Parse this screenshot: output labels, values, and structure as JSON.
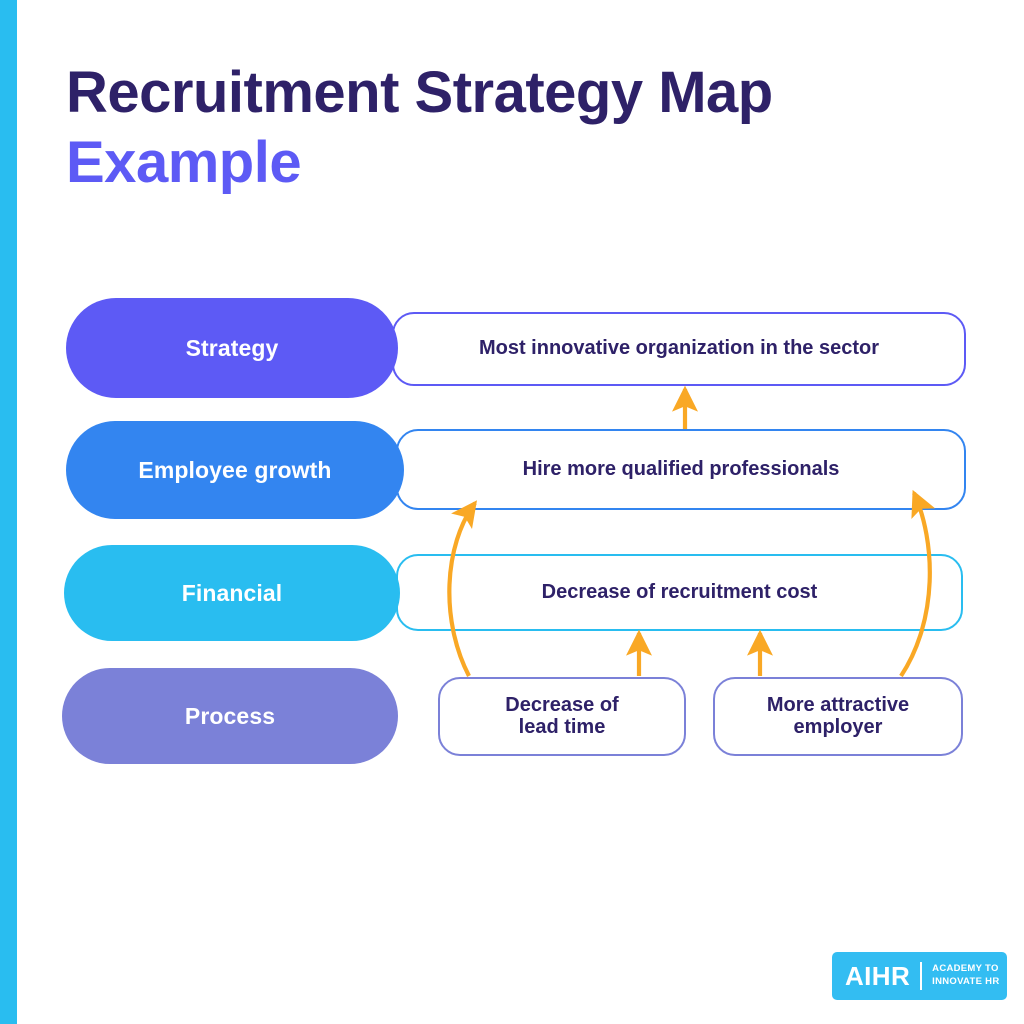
{
  "theme": {
    "accent_bar_color": "#29BDF0",
    "title_primary_color": "#2E2168",
    "title_accent_color": "#5D5AF5",
    "arrow_color": "#F9A825",
    "objective_text_color": "#2E2168",
    "background_color": "#FFFFFF"
  },
  "header": {
    "title_line_1": "Recruitment Strategy Map",
    "title_line_2": "Example"
  },
  "diagram": {
    "type": "strategy-map",
    "perspectives": [
      {
        "id": "strategy",
        "label": "Strategy",
        "color": "#5D5AF5",
        "objective": "Most innovative organization in the sector"
      },
      {
        "id": "employee-growth",
        "label": "Employee growth",
        "color": "#3385F0",
        "objective": "Hire more qualified professionals"
      },
      {
        "id": "financial",
        "label": "Financial",
        "color": "#29BDF0",
        "objective": "Decrease of recruitment cost"
      },
      {
        "id": "process",
        "label": "Process",
        "color": "#7B81D8",
        "objectives": [
          "Decrease of\nlead time",
          "More attractive\nemployer"
        ]
      }
    ],
    "connections": [
      {
        "from": "employee-growth",
        "to": "strategy",
        "style": "straight-arrow-up"
      },
      {
        "from": "lead-time",
        "to": "financial",
        "style": "straight-arrow-up"
      },
      {
        "from": "attractive-employer",
        "to": "financial",
        "style": "straight-arrow-up"
      },
      {
        "from": "lead-time",
        "to": "employee-growth",
        "style": "curved-arrow-up-left"
      },
      {
        "from": "attractive-employer",
        "to": "employee-growth",
        "style": "curved-arrow-up-right"
      }
    ]
  },
  "logo": {
    "wordmark": "AIHR",
    "tagline": "ACADEMY TO\nINNOVATE HR",
    "background_color": "#33BDF2"
  }
}
